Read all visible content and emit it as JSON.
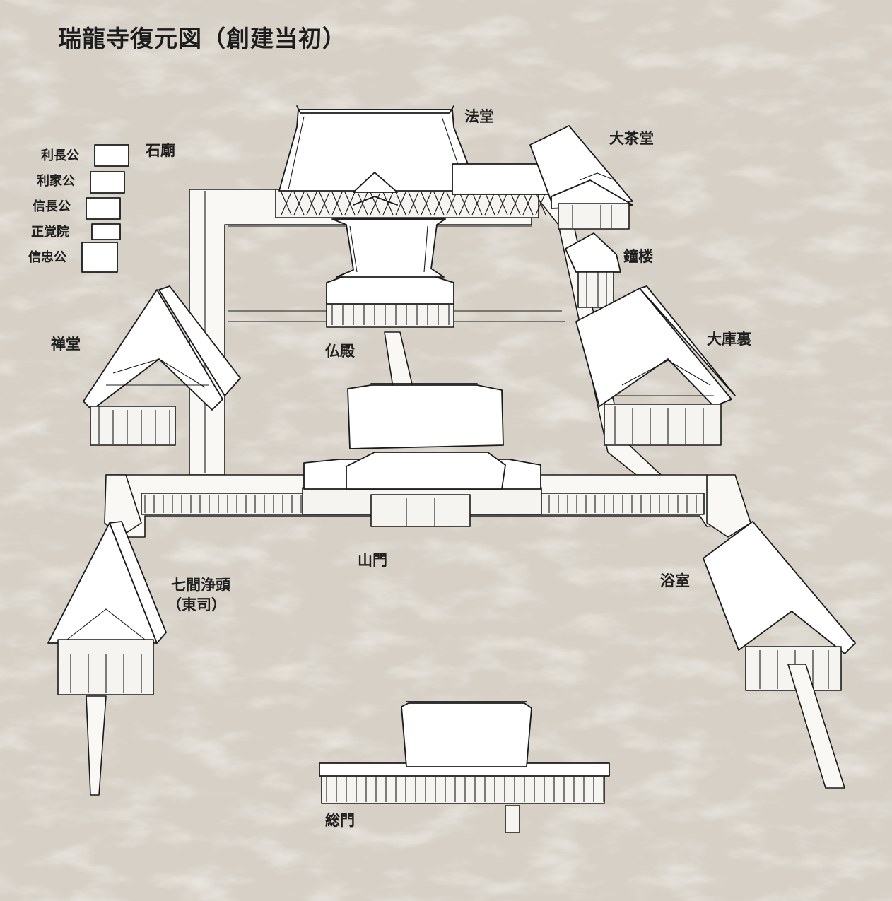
{
  "title": "瑞龍寺復元図（創建当初）",
  "labels": {
    "hatto": "法堂",
    "daichado": "大茶堂",
    "sekibyo": "石廟",
    "toshinaga": "利長公",
    "toshiie": "利家公",
    "nobunaga": "信長公",
    "shogakuin": "正覚院",
    "nobutada": "信忠公",
    "shoro": "鐘楼",
    "zendo": "禅堂",
    "butsuden": "仏殿",
    "daikuri": "大庫裏",
    "sanmon": "山門",
    "shichiken_line1": "七間浄頭",
    "shichiken_line2": "（東司）",
    "yokushitsu": "浴室",
    "somon": "総門"
  },
  "colors": {
    "paper": "#d8d2c8",
    "ink": "#1a1a1a",
    "building": "#ffffff"
  }
}
